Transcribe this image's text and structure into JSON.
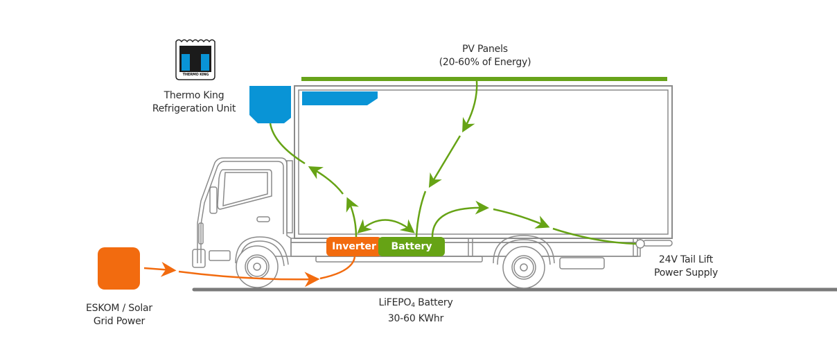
{
  "diagram": {
    "title": "Solar-assisted refrigerated truck power system",
    "colors": {
      "pv_green": "#67a31a",
      "flow_green": "#66a315",
      "flow_orange": "#f26b0f",
      "inverter_orange": "#f26b0f",
      "battery_green": "#66a315",
      "thermo_king_blue": "#0994d6",
      "outline_gray": "#8a8a8a",
      "ground_gray": "#7a7a7a",
      "text": "#2b2b2b"
    },
    "labels": {
      "pv_panels": {
        "line1": "PV Panels",
        "line2": "(20-60% of Energy)"
      },
      "thermo_king": {
        "line1": "Thermo King",
        "line2": "Refrigeration Unit"
      },
      "grid": {
        "line1": "ESKOM / Solar",
        "line2": "Grid Power"
      },
      "battery_spec": {
        "line1_prefix": "LiFEPO",
        "line1_sub": "4",
        "line1_suffix": " Battery",
        "line2": "30-60 KWhr"
      },
      "tail_lift": {
        "line1": "24V Tail Lift",
        "line2": "Power Supply"
      }
    },
    "components": {
      "inverter": "Inverter",
      "battery": "Battery",
      "logo_text": "THERMO KING"
    },
    "flows": [
      {
        "from": "grid",
        "to": "inverter",
        "color": "orange"
      },
      {
        "from": "pv_panels",
        "to": "battery",
        "color": "green"
      },
      {
        "from": "inverter",
        "to": "thermo_king",
        "color": "green"
      },
      {
        "from": "inverter",
        "to": "battery",
        "color": "green",
        "bidirectional": true
      },
      {
        "from": "battery",
        "to": "tail_lift",
        "color": "green"
      }
    ]
  }
}
